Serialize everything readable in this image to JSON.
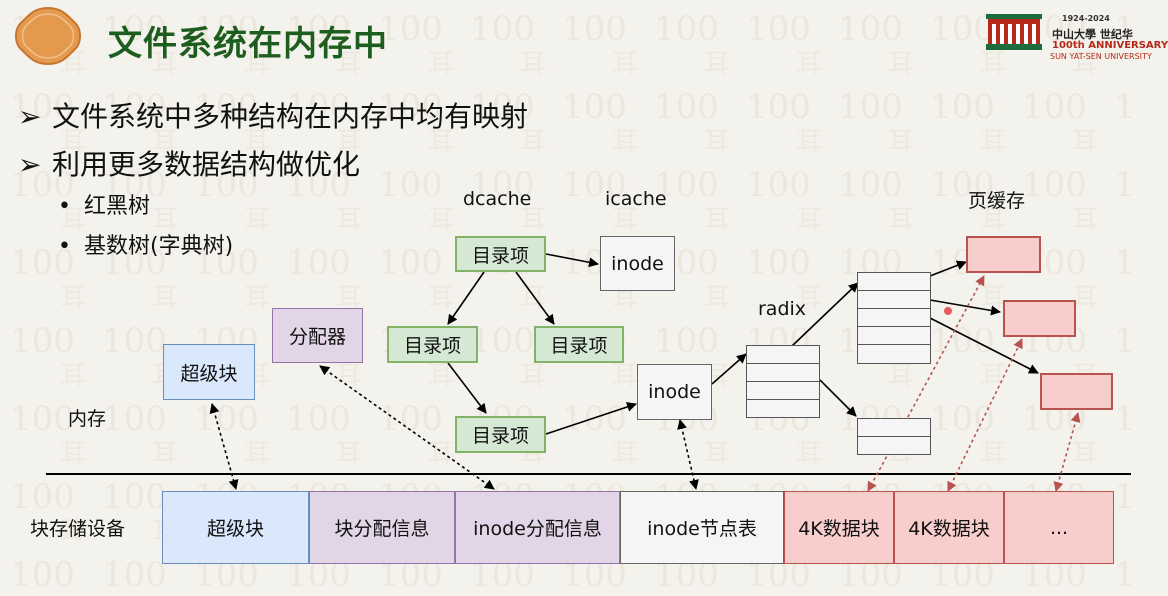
{
  "slide": {
    "title": "文件系统在内存中",
    "university_logo": {
      "years": "1924-2024",
      "name": "中山大學 世纪华",
      "anniversary": "100th ANNIVERSARY",
      "name_en": "SUN YAT-SEN UNIVERSITY"
    }
  },
  "bullets": [
    {
      "marker": "➢",
      "text": "文件系统中多种结构在内存中均有映射"
    },
    {
      "marker": "➢",
      "text": "利用更多数据结构做优化"
    }
  ],
  "sub_bullets": [
    {
      "marker": "•",
      "text": "红黑树"
    },
    {
      "marker": "•",
      "text": "基数树(字典树)"
    }
  ],
  "diagram": {
    "labels": {
      "dcache": "dcache",
      "icache": "icache",
      "page_cache": "页缓存",
      "radix": "radix",
      "memory": "内存",
      "block_device": "块存储设备"
    },
    "memory_nodes": {
      "dentry_root": "目录项",
      "dentry_left": "目录项",
      "dentry_right": "目录项",
      "dentry_bottom": "目录项",
      "inode_cache": "inode",
      "inode_active": "inode",
      "superblock": "超级块",
      "allocator": "分配器"
    },
    "disk_segments": [
      {
        "label": "超级块",
        "kind": "blue"
      },
      {
        "label": "块分配信息",
        "kind": "purple"
      },
      {
        "label": "inode分配信息",
        "kind": "purple"
      },
      {
        "label": "inode节点表",
        "kind": "gray"
      },
      {
        "label": "4K数据块",
        "kind": "red"
      },
      {
        "label": "4K数据块",
        "kind": "red"
      },
      {
        "label": "...",
        "kind": "red"
      }
    ],
    "colors": {
      "green_fill": "#d5e8d4",
      "blue_fill": "#dae8fc",
      "purple_fill": "#e1d5e7",
      "gray_fill": "#f5f5f5",
      "red_fill": "#f8cecc",
      "red_stroke": "#b85450",
      "title_color": "#1d5e1f"
    }
  }
}
